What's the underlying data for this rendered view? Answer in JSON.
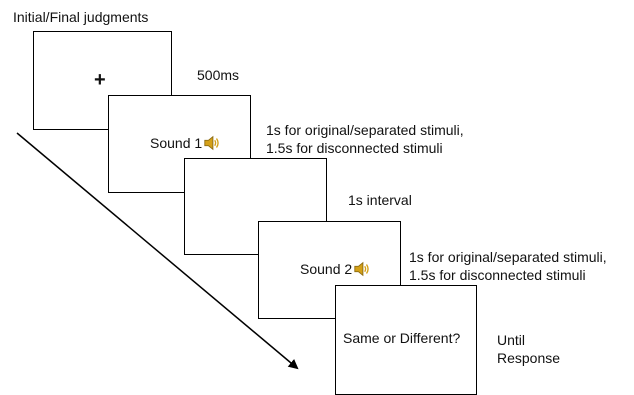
{
  "title": "Initial/Final judgments",
  "fixation": "+",
  "steps": [
    {
      "duration": "500ms"
    },
    {
      "label": "Sound 1",
      "icon": "speaker-icon",
      "duration_lines": [
        "1s for original/separated stimuli,",
        "1.5s for disconnected stimuli"
      ]
    },
    {
      "duration": "1s interval"
    },
    {
      "label": "Sound 2",
      "icon": "speaker-icon",
      "duration_lines": [
        "1s for original/separated stimuli,",
        "1.5s for disconnected stimuli"
      ]
    },
    {
      "label": "Same or Different?",
      "duration_lines": [
        "Until",
        "Response"
      ]
    }
  ],
  "colors": {
    "speaker_body": "#d4a017",
    "speaker_dark": "#8a6a12",
    "line": "#000000"
  }
}
